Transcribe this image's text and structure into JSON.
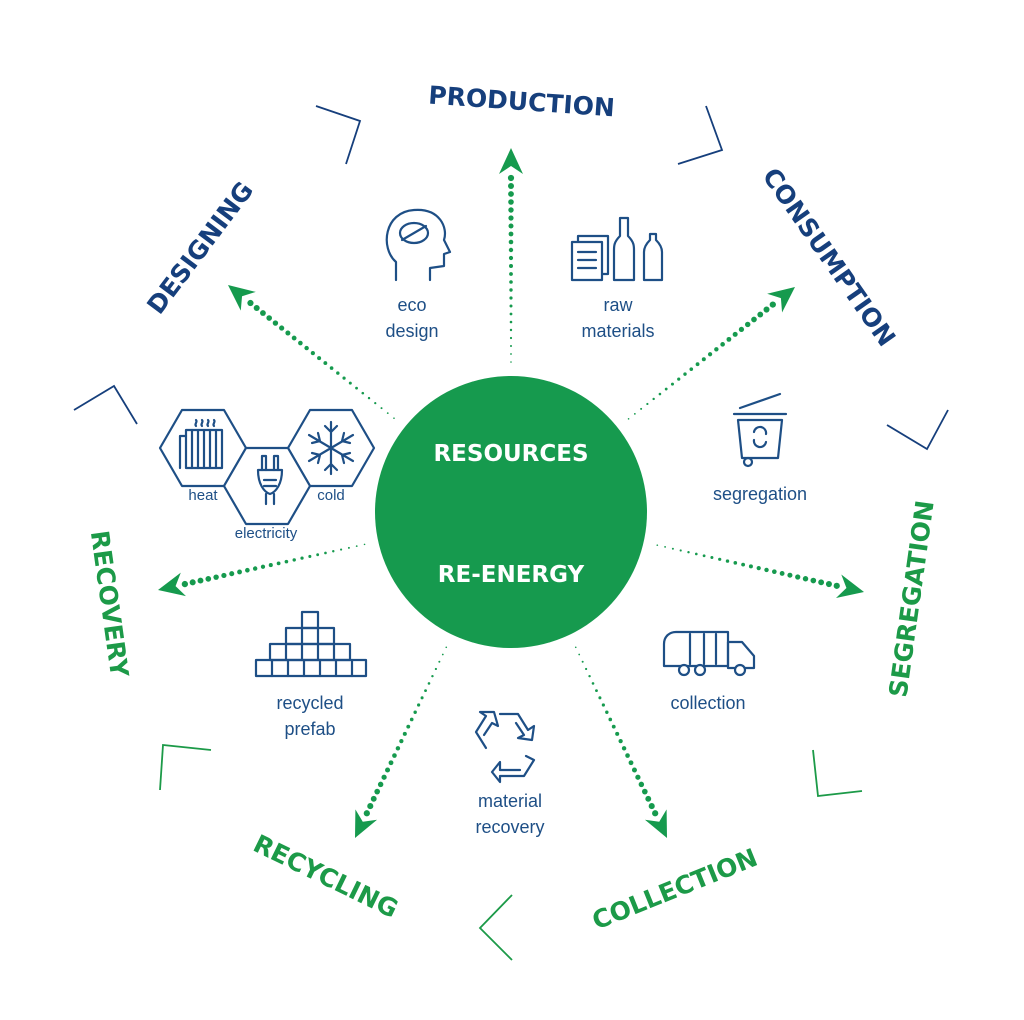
{
  "center": {
    "line1": "RESOURCES",
    "line2": "RE-ENERGY"
  },
  "stages": {
    "production": "PRODUCTION",
    "consumption": "CONSUMPTION",
    "segregation": "SEGREGATION",
    "collection": "COLLECTION",
    "recycling": "RECYCLING",
    "recovery": "RECOVERY",
    "designing": "DESIGNING"
  },
  "icons": {
    "eco_design": [
      "eco",
      "design"
    ],
    "raw_materials": [
      "raw",
      "materials"
    ],
    "segregation": "segregation",
    "collection": "collection",
    "material_recovery": [
      "material",
      "recovery"
    ],
    "recycled_prefab": [
      "recycled",
      "prefab"
    ],
    "heat": "heat",
    "electricity": "electricity",
    "cold": "cold"
  },
  "colors": {
    "green": "#169a4e",
    "navy": "#163f7c",
    "icon": "#1e4f86"
  }
}
